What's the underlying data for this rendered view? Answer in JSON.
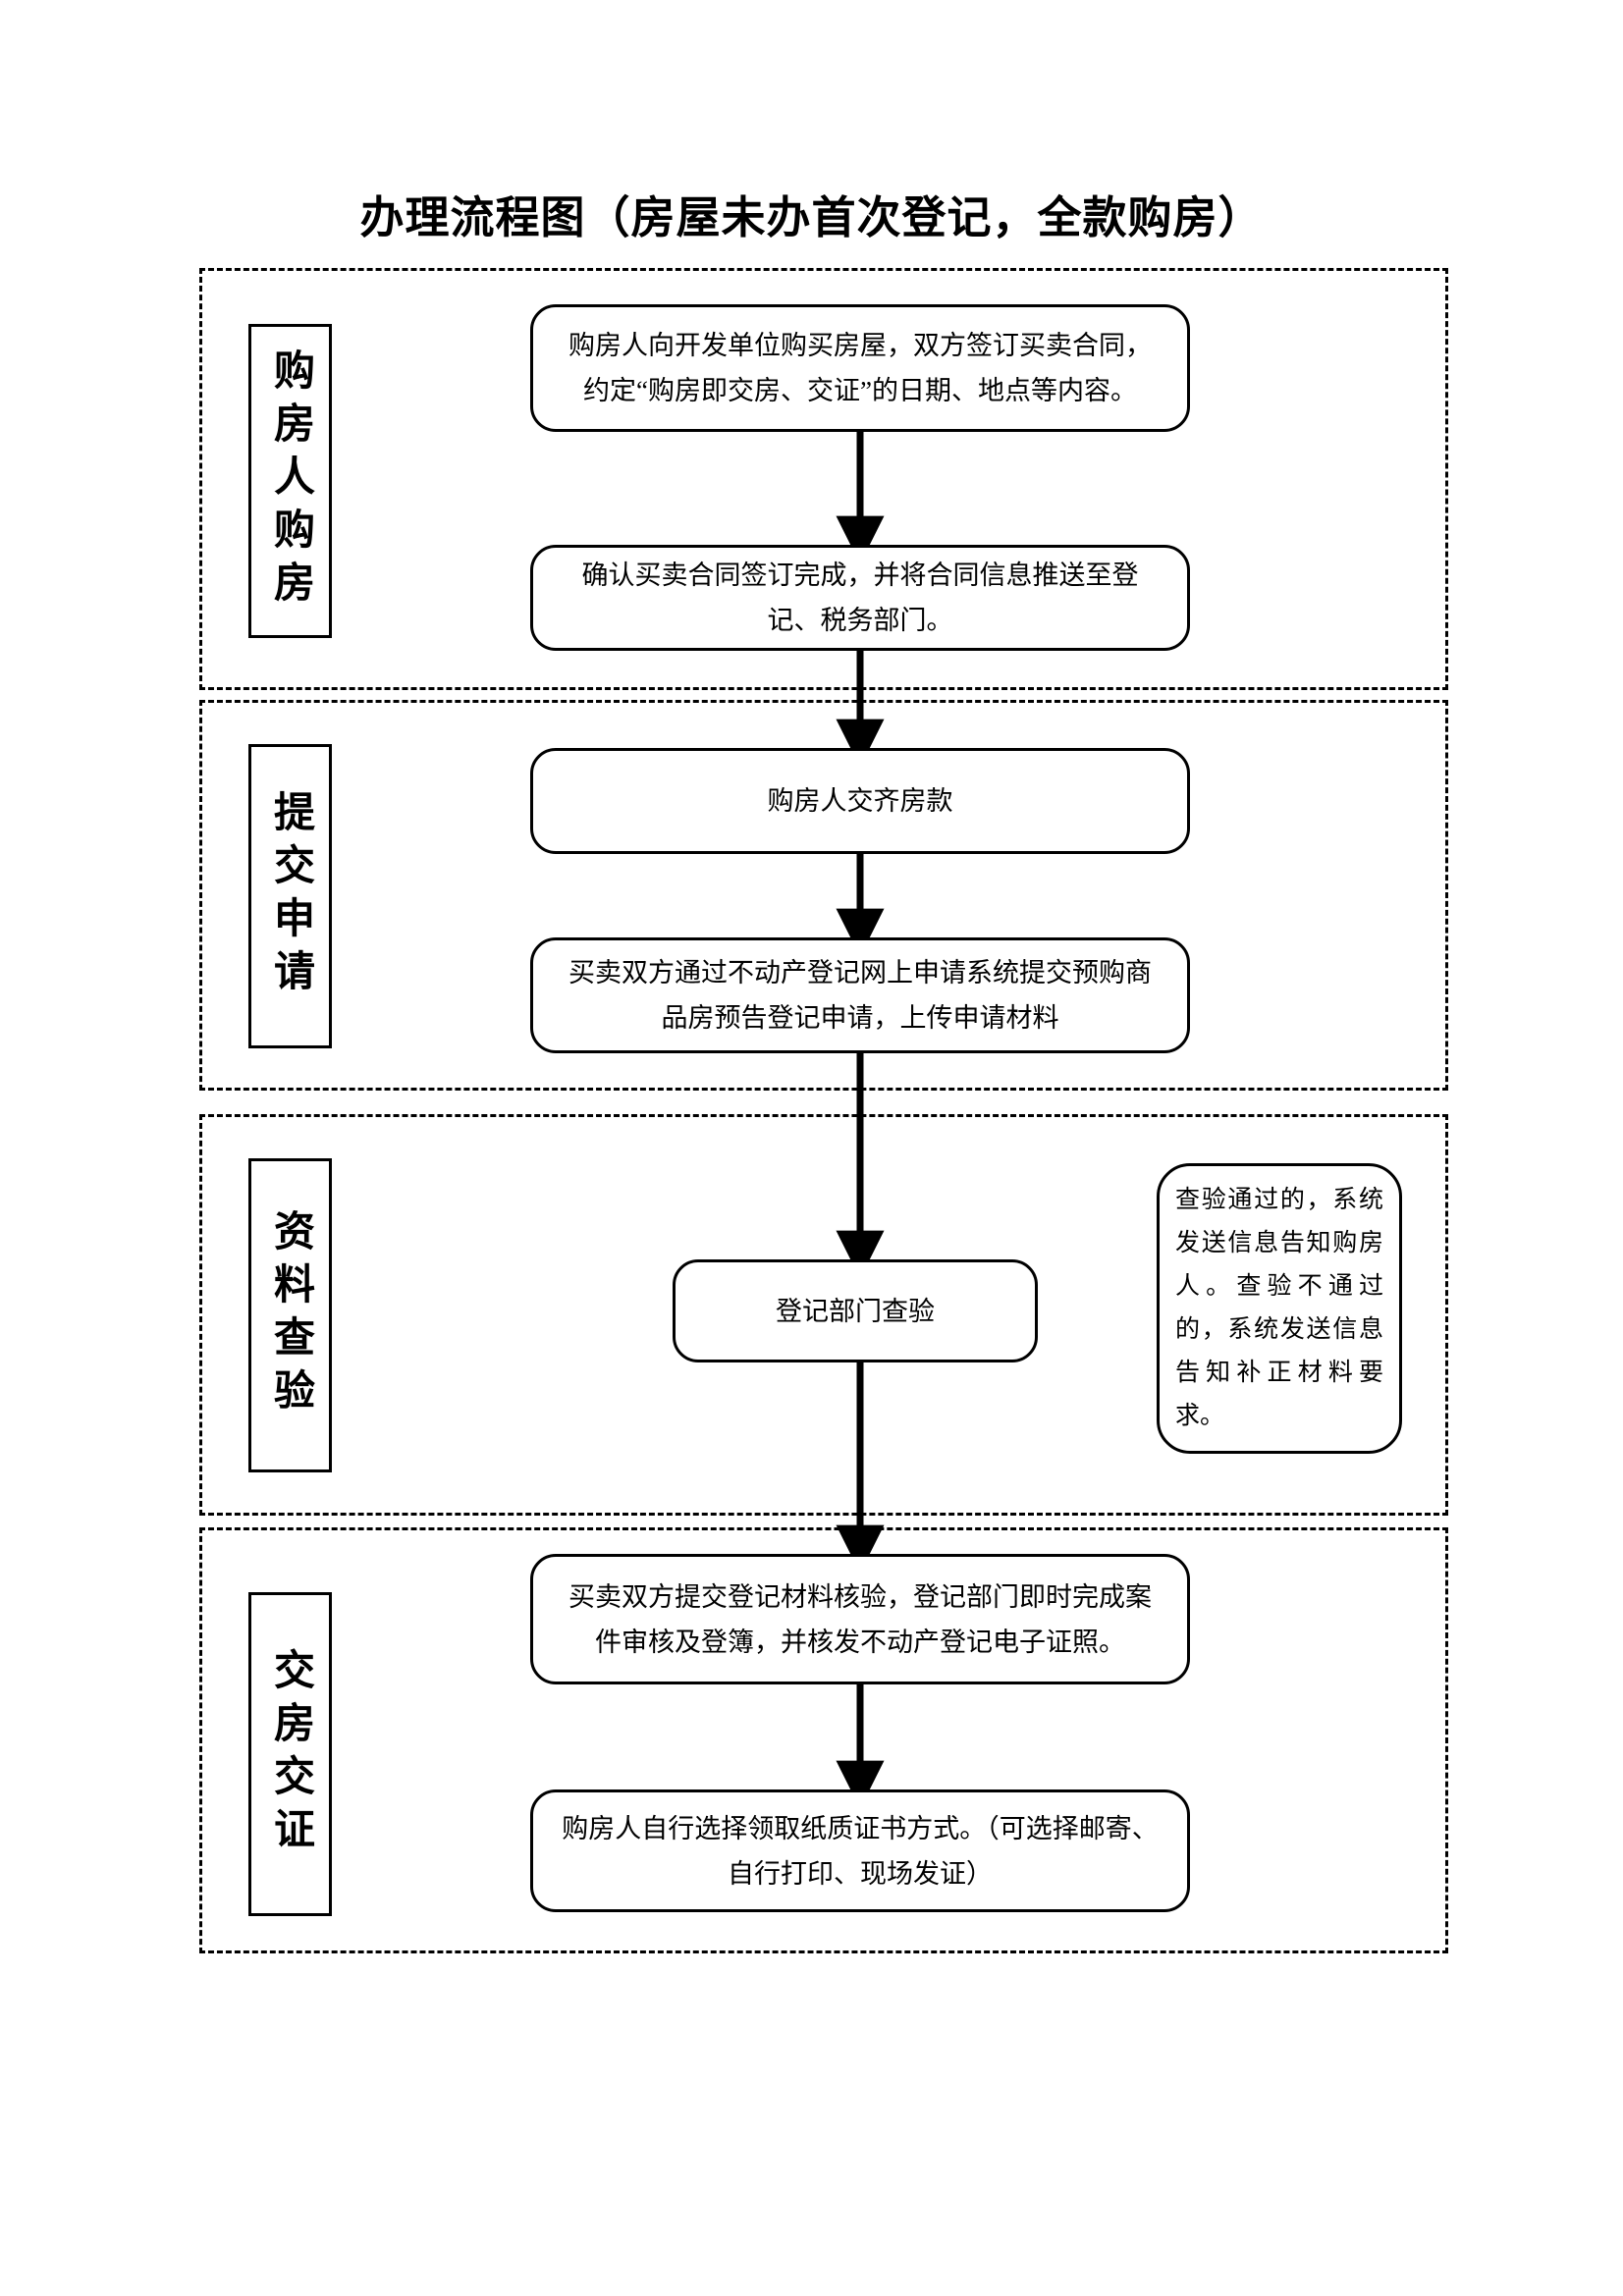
{
  "document": {
    "title": "办理流程图（房屋未办首次登记，全款购房）"
  },
  "stages": [
    {
      "id": "stage-1",
      "label": "购房人购房",
      "nodes": [
        {
          "id": "node-1",
          "text": "购房人向开发单位购买房屋，双方签订买卖合同，约定“购房即交房、交证”的日期、地点等内容。"
        },
        {
          "id": "node-2",
          "text": "确认买卖合同签订完成，并将合同信息推送至登记、税务部门。"
        }
      ]
    },
    {
      "id": "stage-2",
      "label": "提交申请",
      "nodes": [
        {
          "id": "node-3",
          "text": "购房人交齐房款"
        },
        {
          "id": "node-4",
          "text": "买卖双方通过不动产登记网上申请系统提交预购商品房预告登记申请，上传申请材料"
        }
      ]
    },
    {
      "id": "stage-3",
      "label": "资料查验",
      "nodes": [
        {
          "id": "node-5",
          "text": "登记部门查验"
        }
      ],
      "notes": [
        {
          "id": "note-1",
          "text": "查验通过的，系统发送信息告知购房人。查验不通过的，系统发送信息告知补正材料要求。"
        }
      ]
    },
    {
      "id": "stage-4",
      "label": "交房交证",
      "nodes": [
        {
          "id": "node-6",
          "text": "买卖双方提交登记材料核验，登记部门即时完成案件审核及登簿，并核发不动产登记电子证照。"
        },
        {
          "id": "node-7",
          "text": "购房人自行选择领取纸质证书方式。（可选择邮寄、自行打印、现场发证）"
        }
      ]
    }
  ],
  "colors": {
    "ink": "#000000",
    "paper": "#ffffff"
  }
}
